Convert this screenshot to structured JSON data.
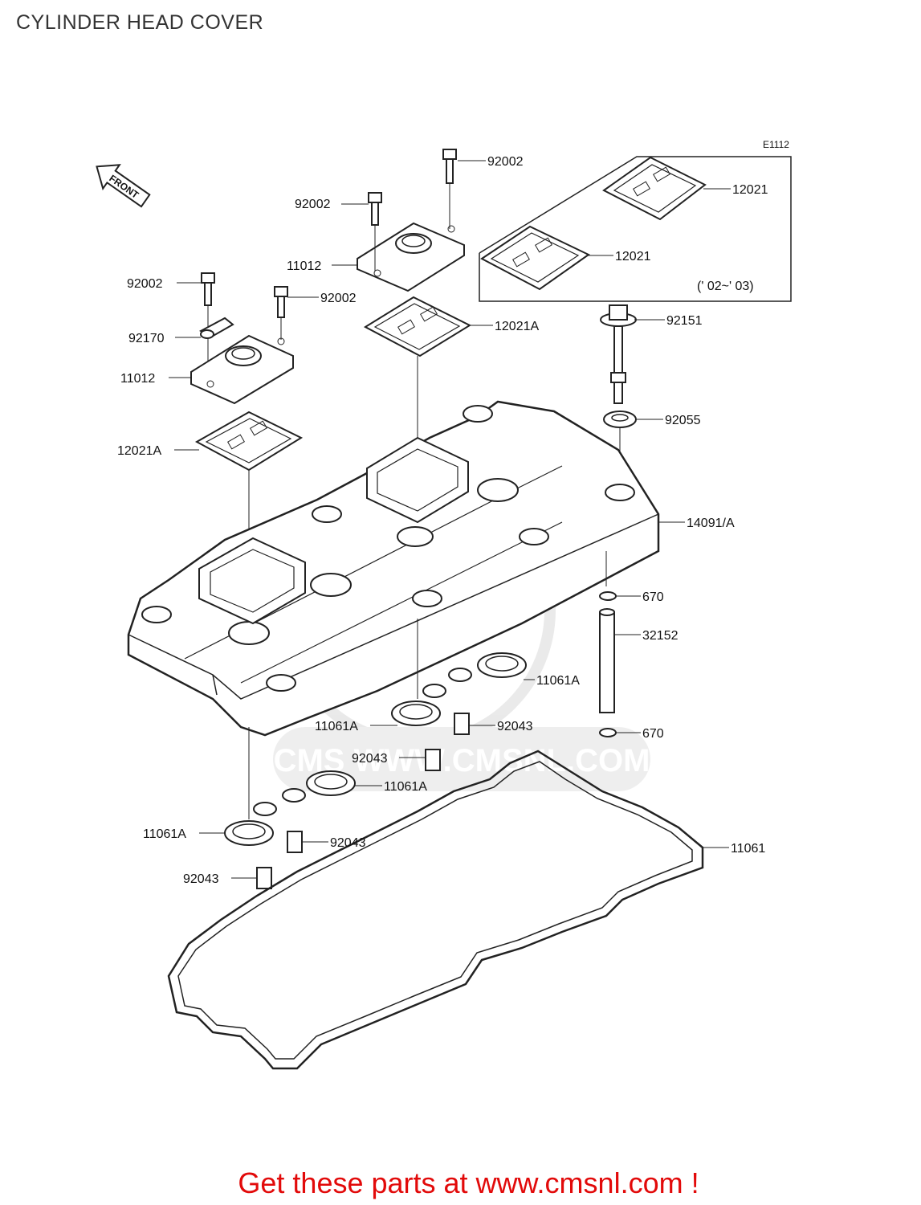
{
  "page": {
    "title": "CYLINDER HEAD COVER",
    "footer": "Get these parts at www.cmsnl.com !"
  },
  "diagram": {
    "code": "E1112",
    "front_label": "FRONT",
    "inset_note": "(' 02~' 03)",
    "watermark": "CMS  WWW.CMSNL.COM",
    "colors": {
      "line": "#222222",
      "text": "#111111",
      "footer": "#e20a0a",
      "watermark": "#d9d9d9"
    },
    "callouts": [
      "92002",
      "12021",
      "92002",
      "11012",
      "12021",
      "92002",
      "92002",
      "92151",
      "92170",
      "12021A",
      "11012",
      "92055",
      "12021A",
      "14091/A",
      "670",
      "32152",
      "11061A",
      "11061A",
      "92043",
      "92043",
      "11061A",
      "11061A",
      "92043",
      "11061",
      "92043",
      "670"
    ]
  }
}
